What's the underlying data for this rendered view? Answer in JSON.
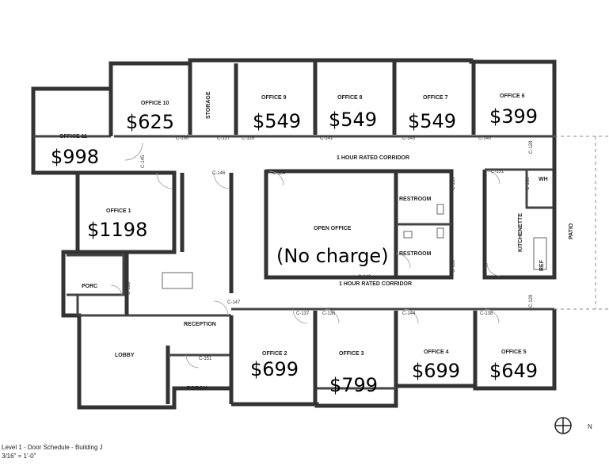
{
  "rooms": {
    "office_10": {
      "label": "OFFICE 10",
      "price": "$625"
    },
    "storage": {
      "label": "STORAGE"
    },
    "office_9": {
      "label": "OFFICE 9",
      "price": "$549"
    },
    "office_8": {
      "label": "OFFICE 8",
      "price": "$549"
    },
    "office_7": {
      "label": "OFFICE 7",
      "price": "$549"
    },
    "office_6": {
      "label": "OFFICE 6",
      "price": "$399"
    },
    "office_11": {
      "label": "OFFICE 11",
      "price": "$998"
    },
    "office_1": {
      "label": "OFFICE 1",
      "price": "$1198"
    },
    "open_office": {
      "label": "OPEN OFFICE",
      "price": "(No charge)"
    },
    "restroom_1": {
      "label": "RESTROOM"
    },
    "restroom_2": {
      "label": "RESTROOM"
    },
    "kitchenette": {
      "label": "KITCHENETTE"
    },
    "wh": {
      "label": "WH"
    },
    "ref": {
      "label": "REF"
    },
    "patio": {
      "label": "PATIO"
    },
    "porch_1": {
      "label": "PORC"
    },
    "reception": {
      "label": "RECEPTION"
    },
    "lobby": {
      "label": "LOBBY"
    },
    "porch_2": {
      "label": "PORCH"
    },
    "office_2": {
      "label": "OFFICE 2",
      "price": "$699"
    },
    "office_3": {
      "label": "OFFICE 3",
      "price": "$799"
    },
    "office_4": {
      "label": "OFFICE 4",
      "price": "$699"
    },
    "office_5": {
      "label": "OFFICE 5",
      "price": "$649"
    }
  },
  "corridors": {
    "upper": "1 HOUR RATED CORRIDOR",
    "lower": "1 HOUR RATED CORRIDOR"
  },
  "doors": {
    "c130": "C-130",
    "c127": "C-127",
    "c126": "C-126",
    "c141": "C-141",
    "c143": "C-143",
    "c140": "C-140",
    "c128": "C-128",
    "c145": "C-145",
    "c149": "C-149",
    "c146": "C-146",
    "c134": "C-134",
    "c135": "C-135",
    "c139": "C-139",
    "c142": "C-142",
    "c131": "C-131",
    "c133": "C-133",
    "c132": "C-132",
    "c150": "C-150",
    "c147": "C-147",
    "c151": "C-151",
    "c137": "C-137",
    "c136": "C-136",
    "c144": "C-144",
    "c138": "C-138",
    "c129": "C-129"
  },
  "footer": {
    "title": "Level 1 - Door Schedule - Building J",
    "scale": "3/16\" = 1'-0\""
  },
  "north_label": "N"
}
